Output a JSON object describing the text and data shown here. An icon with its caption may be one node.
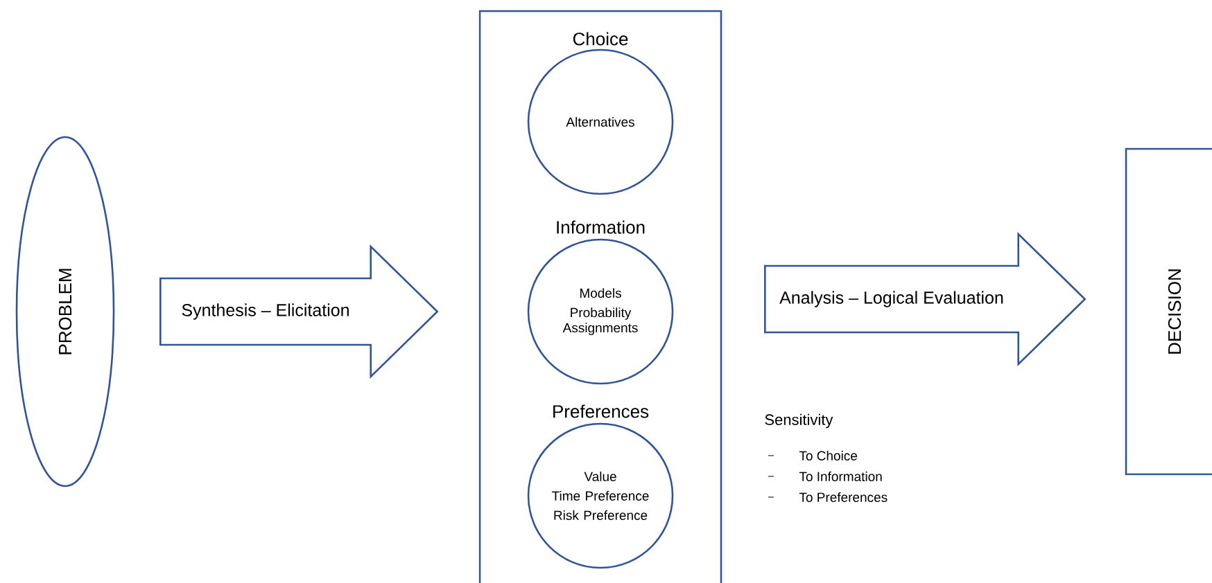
{
  "diagram": {
    "nodes": [
      {
        "text": [
          "PROBLEM"
        ]
      },
      {
        "text": [],
        "shape": "box"
      },
      {
        "text": [
          "Choice",
          "Alternatives"
        ],
        "in": 1
      },
      {
        "text": [
          "Information",
          "Models",
          "Probability Assignments"
        ],
        "in": 1
      },
      {
        "text": [
          "Preferences",
          "Value",
          "Time Preference",
          "Risk Preference"
        ],
        "in": 1
      },
      {
        "text": [
          "DECISION"
        ]
      }
    ],
    "edges": [
      {
        "from": 0,
        "to": 1,
        "arrow": "to",
        "label": "Synthesis – Elicitation"
      },
      {
        "from": 1,
        "to": 5,
        "arrow": "to",
        "label": "Analysis – Logical Evaluation"
      }
    ],
    "labels": [
      "Sensitivity",
      "To Choice",
      "To Information",
      "To Preferences"
    ]
  }
}
